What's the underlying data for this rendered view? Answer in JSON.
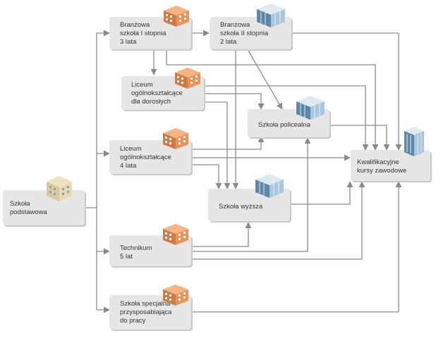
{
  "diagram": {
    "nodes": [
      {
        "id": "podstawowa",
        "lines": [
          "Szkoła",
          "podstawowa"
        ],
        "building": "orange-apartment"
      },
      {
        "id": "branzowa1",
        "lines": [
          "Branżowa",
          "szkoła I stopnia",
          "3 lata"
        ],
        "building": "orange-brick"
      },
      {
        "id": "branzowa2",
        "lines": [
          "Branżowa",
          "szkoła II stopnia",
          "2 lata"
        ],
        "building": "blue-glass"
      },
      {
        "id": "lo_dorosli",
        "lines": [
          "Liceum",
          "ogólnokształcące",
          "dla dorosłych"
        ],
        "building": "orange-brick"
      },
      {
        "id": "lo4",
        "lines": [
          "Liceum",
          "ogólnokształcące",
          "4 lata"
        ],
        "building": "orange-brick"
      },
      {
        "id": "policealna",
        "lines": [
          "Szkoła policealna"
        ],
        "building": "blue-glass"
      },
      {
        "id": "kkz",
        "lines": [
          "Kwalifikacyjne",
          "kursy zawodowe"
        ],
        "building": "blue-tower"
      },
      {
        "id": "wyzsza",
        "lines": [
          "Szkoła wyższa"
        ],
        "building": "blue-glass"
      },
      {
        "id": "technikum",
        "lines": [
          "Technikum",
          "5 lat"
        ],
        "building": "orange-brick"
      },
      {
        "id": "specjalna",
        "lines": [
          "Szkoła specjalna",
          "przysposabiająca",
          "do pracy"
        ],
        "building": "orange-brick"
      }
    ],
    "colors": {
      "box": "#e6e6e6",
      "arrow": "#8a8a8a",
      "text": "#333333",
      "orange": "#e8935a",
      "blue": "#7fa9c9"
    }
  }
}
